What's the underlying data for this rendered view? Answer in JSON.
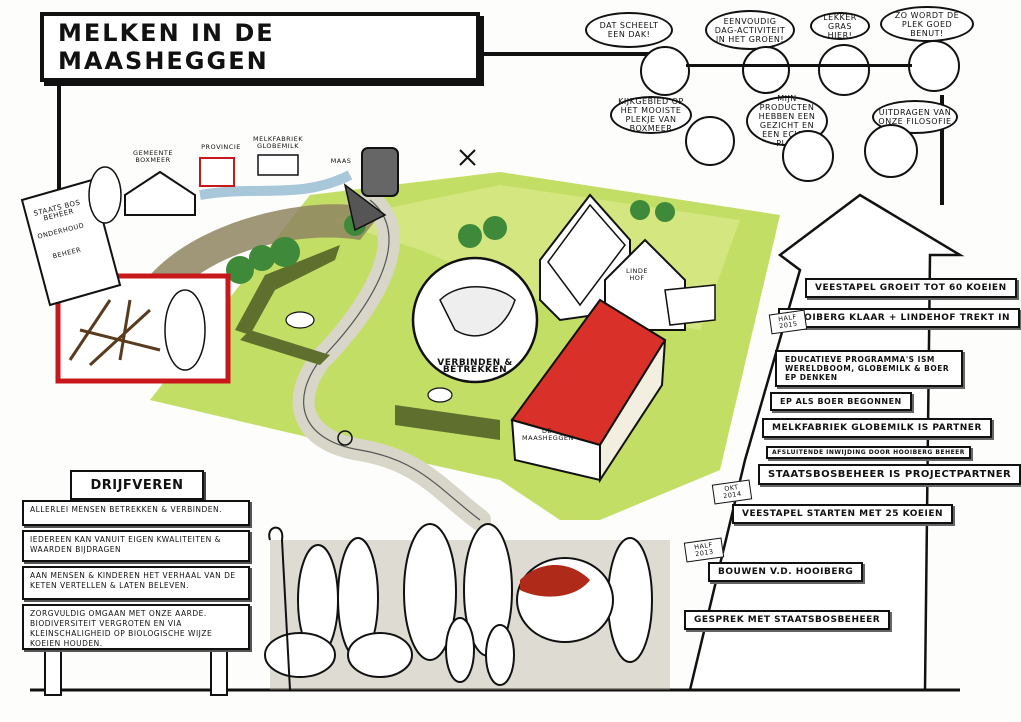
{
  "title": "Melken in de MaasHeggen",
  "speech_bubbles": [
    {
      "text": "Dat scheelt een dak!"
    },
    {
      "text": "Eenvoudig dag-activiteit in het groen!"
    },
    {
      "text": "Lekker gras hier!"
    },
    {
      "text": "Zo wordt de plek goed benut!"
    },
    {
      "text": "Kijkgebied op het mooiste plekje van Boxmeer"
    },
    {
      "text": "Mijn producten hebben een gezicht en een echte plek"
    },
    {
      "text": "Uitdragen van onze filosofie"
    }
  ],
  "map_labels": {
    "gemeente": "Gemeente Boxmeer",
    "provincie": "Provincie",
    "melkfabriek": "Melkfabriek Globemilk",
    "maas": "Maas",
    "staatsbosbeheer_doc": "Staats Bos Beheer",
    "doc_line1": "Onderhoud",
    "doc_line2": "Beheer",
    "emblem": "Verbinden & Betrekken",
    "lindehof": "Linde hof",
    "hooiberg_sign": "De Maasheggen"
  },
  "drijfveren": {
    "title": "Drijfveren",
    "items": [
      "Allerlei mensen betrekken & verbinden.",
      "Iedereen kan vanuit eigen kwaliteiten & waarden bijdragen",
      "Aan mensen & kinderen het verhaal van de keten vertellen & laten beleven.",
      "Zorgvuldig omgaan met onze aarde. Biodiversiteit vergroten en via kleinschaligheid op biologische wijze koeien houden."
    ]
  },
  "timeline": {
    "items": [
      "Veestapel groeit tot 60 koeien",
      "Hooiberg klaar + Lindehof trekt in",
      "Educatieve programma's ism Wereldboom, Globemilk & Boer EP denken",
      "EP als boer begonnen",
      "Melkfabriek Globemilk is partner",
      "Afsluitende inwijding door Hooiberg Beheer",
      "Staatsbosbeheer is projectpartner",
      "Veestapel starten met 25 koeien",
      "Bouwen v.d. Hooiberg",
      "Gesprek met Staatsbosbeheer"
    ],
    "date_tags": [
      "Half 2015",
      "Okt 2014",
      "Half 2013"
    ]
  },
  "colors": {
    "grass": "#b8d84a",
    "grass_light": "#dce98a",
    "road": "#d8d6c8",
    "roof": "#d9302a",
    "frame_red": "#c8181c",
    "hedge": "#5e6f2e",
    "ink": "#111111"
  }
}
